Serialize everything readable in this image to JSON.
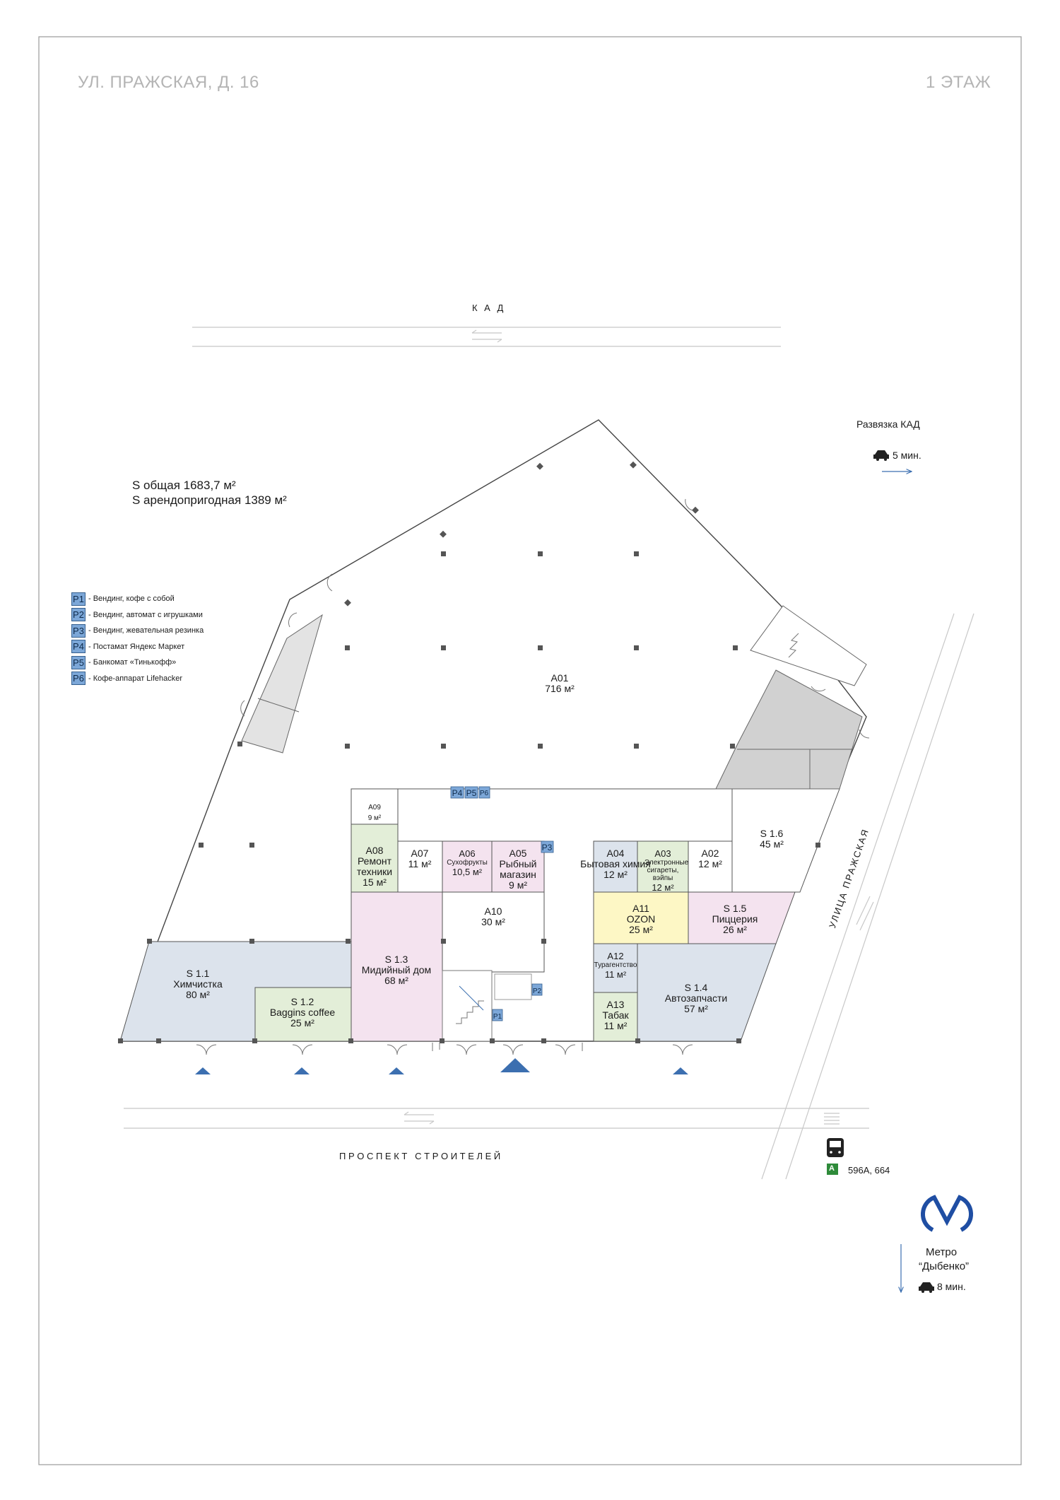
{
  "header": {
    "address": "УЛ. ПРАЖСКАЯ, Д. 16",
    "floor": "1 ЭТАЖ"
  },
  "area": {
    "total": "S общая 1683,7 м²",
    "rentable": "S арендопригодная 1389 м²"
  },
  "legend": [
    {
      "code": "P1",
      "text": "- Вендинг, кофе с собой"
    },
    {
      "code": "P2",
      "text": "- Вендинг, автомат с игрушками"
    },
    {
      "code": "P3",
      "text": "- Вендинг, жевательная резинка"
    },
    {
      "code": "P4",
      "text": "- Постамат Яндекс Маркет"
    },
    {
      "code": "P5",
      "text": "- Банкомат «Тинькофф»"
    },
    {
      "code": "P6",
      "text": "- Кофе-аппарат Lifehacker"
    }
  ],
  "roads": {
    "kad": "К А Д",
    "prospect": "П Р О С П Е К Т   С Т Р О И Т Е Л Е Й",
    "street": "УЛИЦА ПРАЖСКАЯ"
  },
  "transport": {
    "kad_interchange": "Развязка КАД",
    "kad_time": "5 мин.",
    "bus_letter": "А",
    "bus_routes": "596А, 664",
    "metro_label": "Метро",
    "metro_name": "“Дыбенко”",
    "metro_time": "8 мин."
  },
  "units": [
    {
      "id": "a01",
      "name": "А01",
      "area": "716 м²"
    },
    {
      "id": "a09",
      "name": "А09",
      "area": "9 м²"
    },
    {
      "id": "a08",
      "name": "А08",
      "type": "Ремонт техники",
      "area": "15 м²"
    },
    {
      "id": "a07",
      "name": "А07",
      "area": "11 м²"
    },
    {
      "id": "a06",
      "name": "А06",
      "type": "Сухофрукты",
      "area": "10,5 м²"
    },
    {
      "id": "a05",
      "name": "А05",
      "type": "Рыбный магазин",
      "area": "9 м²"
    },
    {
      "id": "a04",
      "name": "А04",
      "type": "Бытовая химия",
      "area": "12 м²"
    },
    {
      "id": "a03",
      "name": "А03",
      "type": "Электронные сигареты, вэйпы",
      "area": "12 м²"
    },
    {
      "id": "a02",
      "name": "А02",
      "area": "12 м²"
    },
    {
      "id": "s16",
      "name": "S 1.6",
      "area": "45 м²"
    },
    {
      "id": "a10",
      "name": "А10",
      "area": "30 м²"
    },
    {
      "id": "a11",
      "name": "А11",
      "type": "OZON",
      "area": "25 м²"
    },
    {
      "id": "s15",
      "name": "S 1.5",
      "type": "Пиццерия",
      "area": "26 м²"
    },
    {
      "id": "s11",
      "name": "S 1.1",
      "type": "Химчистка",
      "area": "80 м²"
    },
    {
      "id": "s12",
      "name": "S 1.2",
      "type": "Baggins coffee",
      "area": "25 м²"
    },
    {
      "id": "s13",
      "name": "S 1.3",
      "type": "Мидийный дом",
      "area": "68 м²"
    },
    {
      "id": "a12",
      "name": "А12",
      "type": "Турагентство",
      "area": "11 м²"
    },
    {
      "id": "a13",
      "name": "А13",
      "type": "Табак",
      "area": "11 м²"
    },
    {
      "id": "s14",
      "name": "S 1.4",
      "type": "Автозапчасти",
      "area": "57 м²"
    }
  ],
  "colors": {
    "pink": "#f4e3ef",
    "green": "#e3eed8",
    "blue": "#dce3ec",
    "yellow": "#fdf7c5",
    "gray": "#d1d1d1",
    "marker": "#3c6fb0",
    "badge": "#7ca7d8",
    "metro": "#1f4ea3",
    "bus_green": "#2e8b3a"
  }
}
